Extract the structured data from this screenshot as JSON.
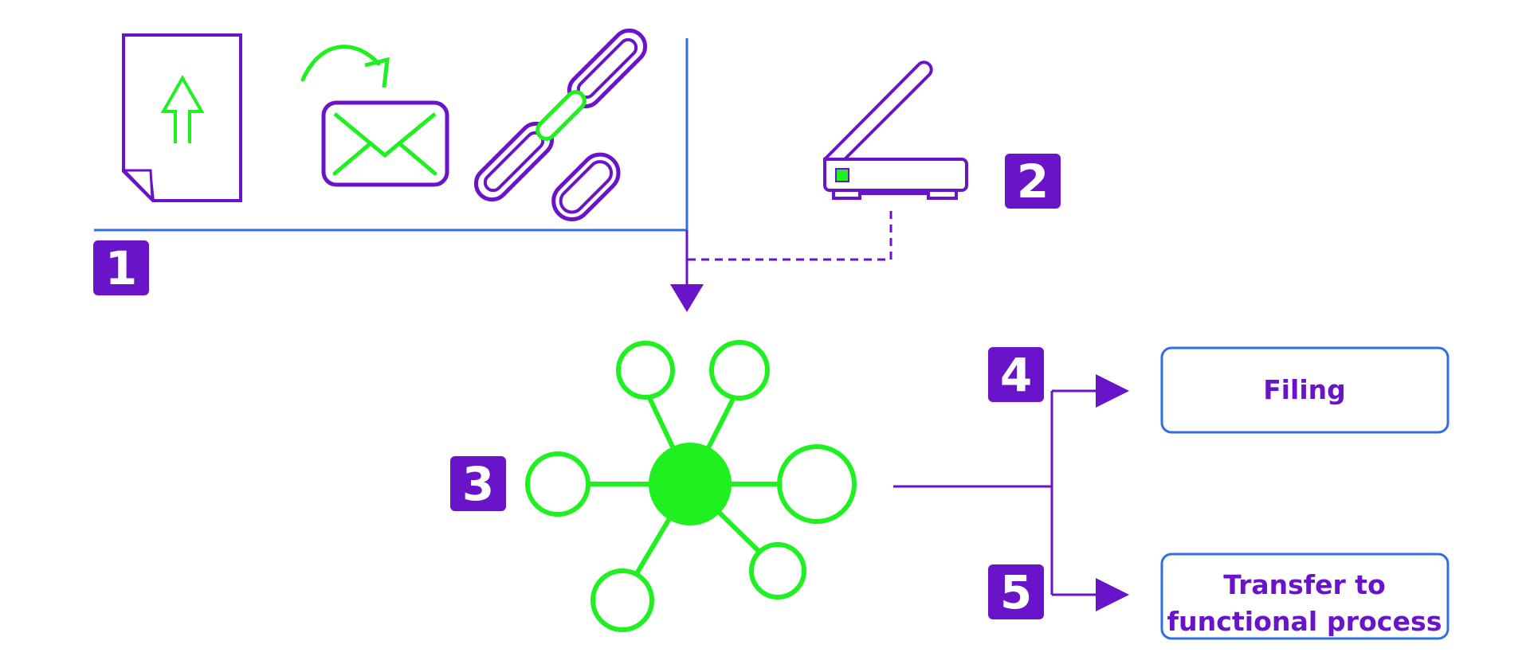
{
  "steps": {
    "step1": "1",
    "step2": "2",
    "step3": "3",
    "step4": "4",
    "step5": "5"
  },
  "outputs": {
    "filing": "Filing",
    "transfer_line1": "Transfer to",
    "transfer_line2": "functional process"
  },
  "icons": {
    "upload": "document-upload-icon",
    "email": "email-forward-icon",
    "link": "chain-link-icon",
    "scanner": "scanner-icon",
    "hub": "network-hub-icon"
  },
  "colors": {
    "purple": "#6a14c9",
    "green": "#1ff01f",
    "blue": "#2f6fe0",
    "white": "#ffffff"
  }
}
